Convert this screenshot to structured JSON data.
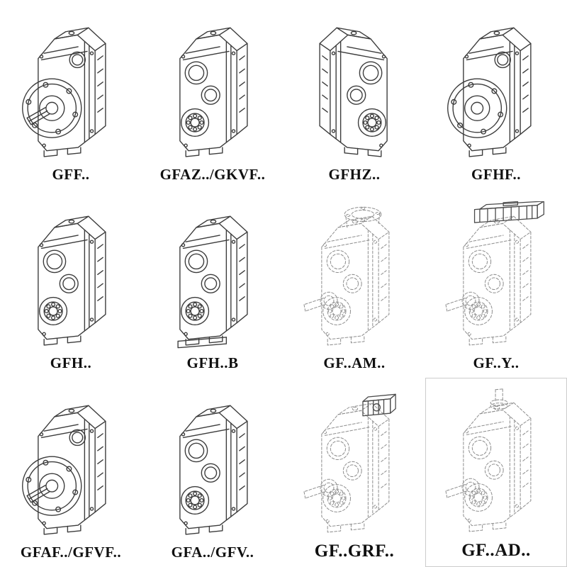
{
  "colors": {
    "background": "#ffffff",
    "line": "#3c3c3c",
    "dashed_line": "#8f8f8f",
    "label_text": "#101010"
  },
  "cells": [
    {
      "label": "GFF..",
      "drawing": "parallel-shaft-gearbox-output-flange-with-shaft"
    },
    {
      "label": "GFAZ../GKVF..",
      "drawing": "parallel-shaft-gearbox-hollow-bore"
    },
    {
      "label": "GFHZ..",
      "drawing": "parallel-shaft-gearbox-hollow-bore-mirrored"
    },
    {
      "label": "GFHF..",
      "drawing": "parallel-shaft-gearbox-output-flange"
    },
    {
      "label": "GFH..",
      "drawing": "parallel-shaft-gearbox-hollow-bore"
    },
    {
      "label": "GFH..B",
      "drawing": "parallel-shaft-gearbox-hollow-bore-with-base"
    },
    {
      "label": "GF..AM..",
      "drawing": "gearbox-with-input-flange-adapter-phantom"
    },
    {
      "label": "GF..Y..",
      "drawing": "gearbox-with-mounted-motor-phantom"
    },
    {
      "label": "GFAF../GFVF..",
      "drawing": "parallel-shaft-gearbox-output-flange-with-shaft"
    },
    {
      "label": "GFA../GFV..",
      "drawing": "parallel-shaft-gearbox-hollow-bore"
    },
    {
      "label": "GF..GRF..",
      "drawing": "gearbox-with-input-adapter-box-phantom"
    },
    {
      "label": "GF..AD..",
      "drawing": "gearbox-with-top-input-shaft-phantom"
    }
  ]
}
